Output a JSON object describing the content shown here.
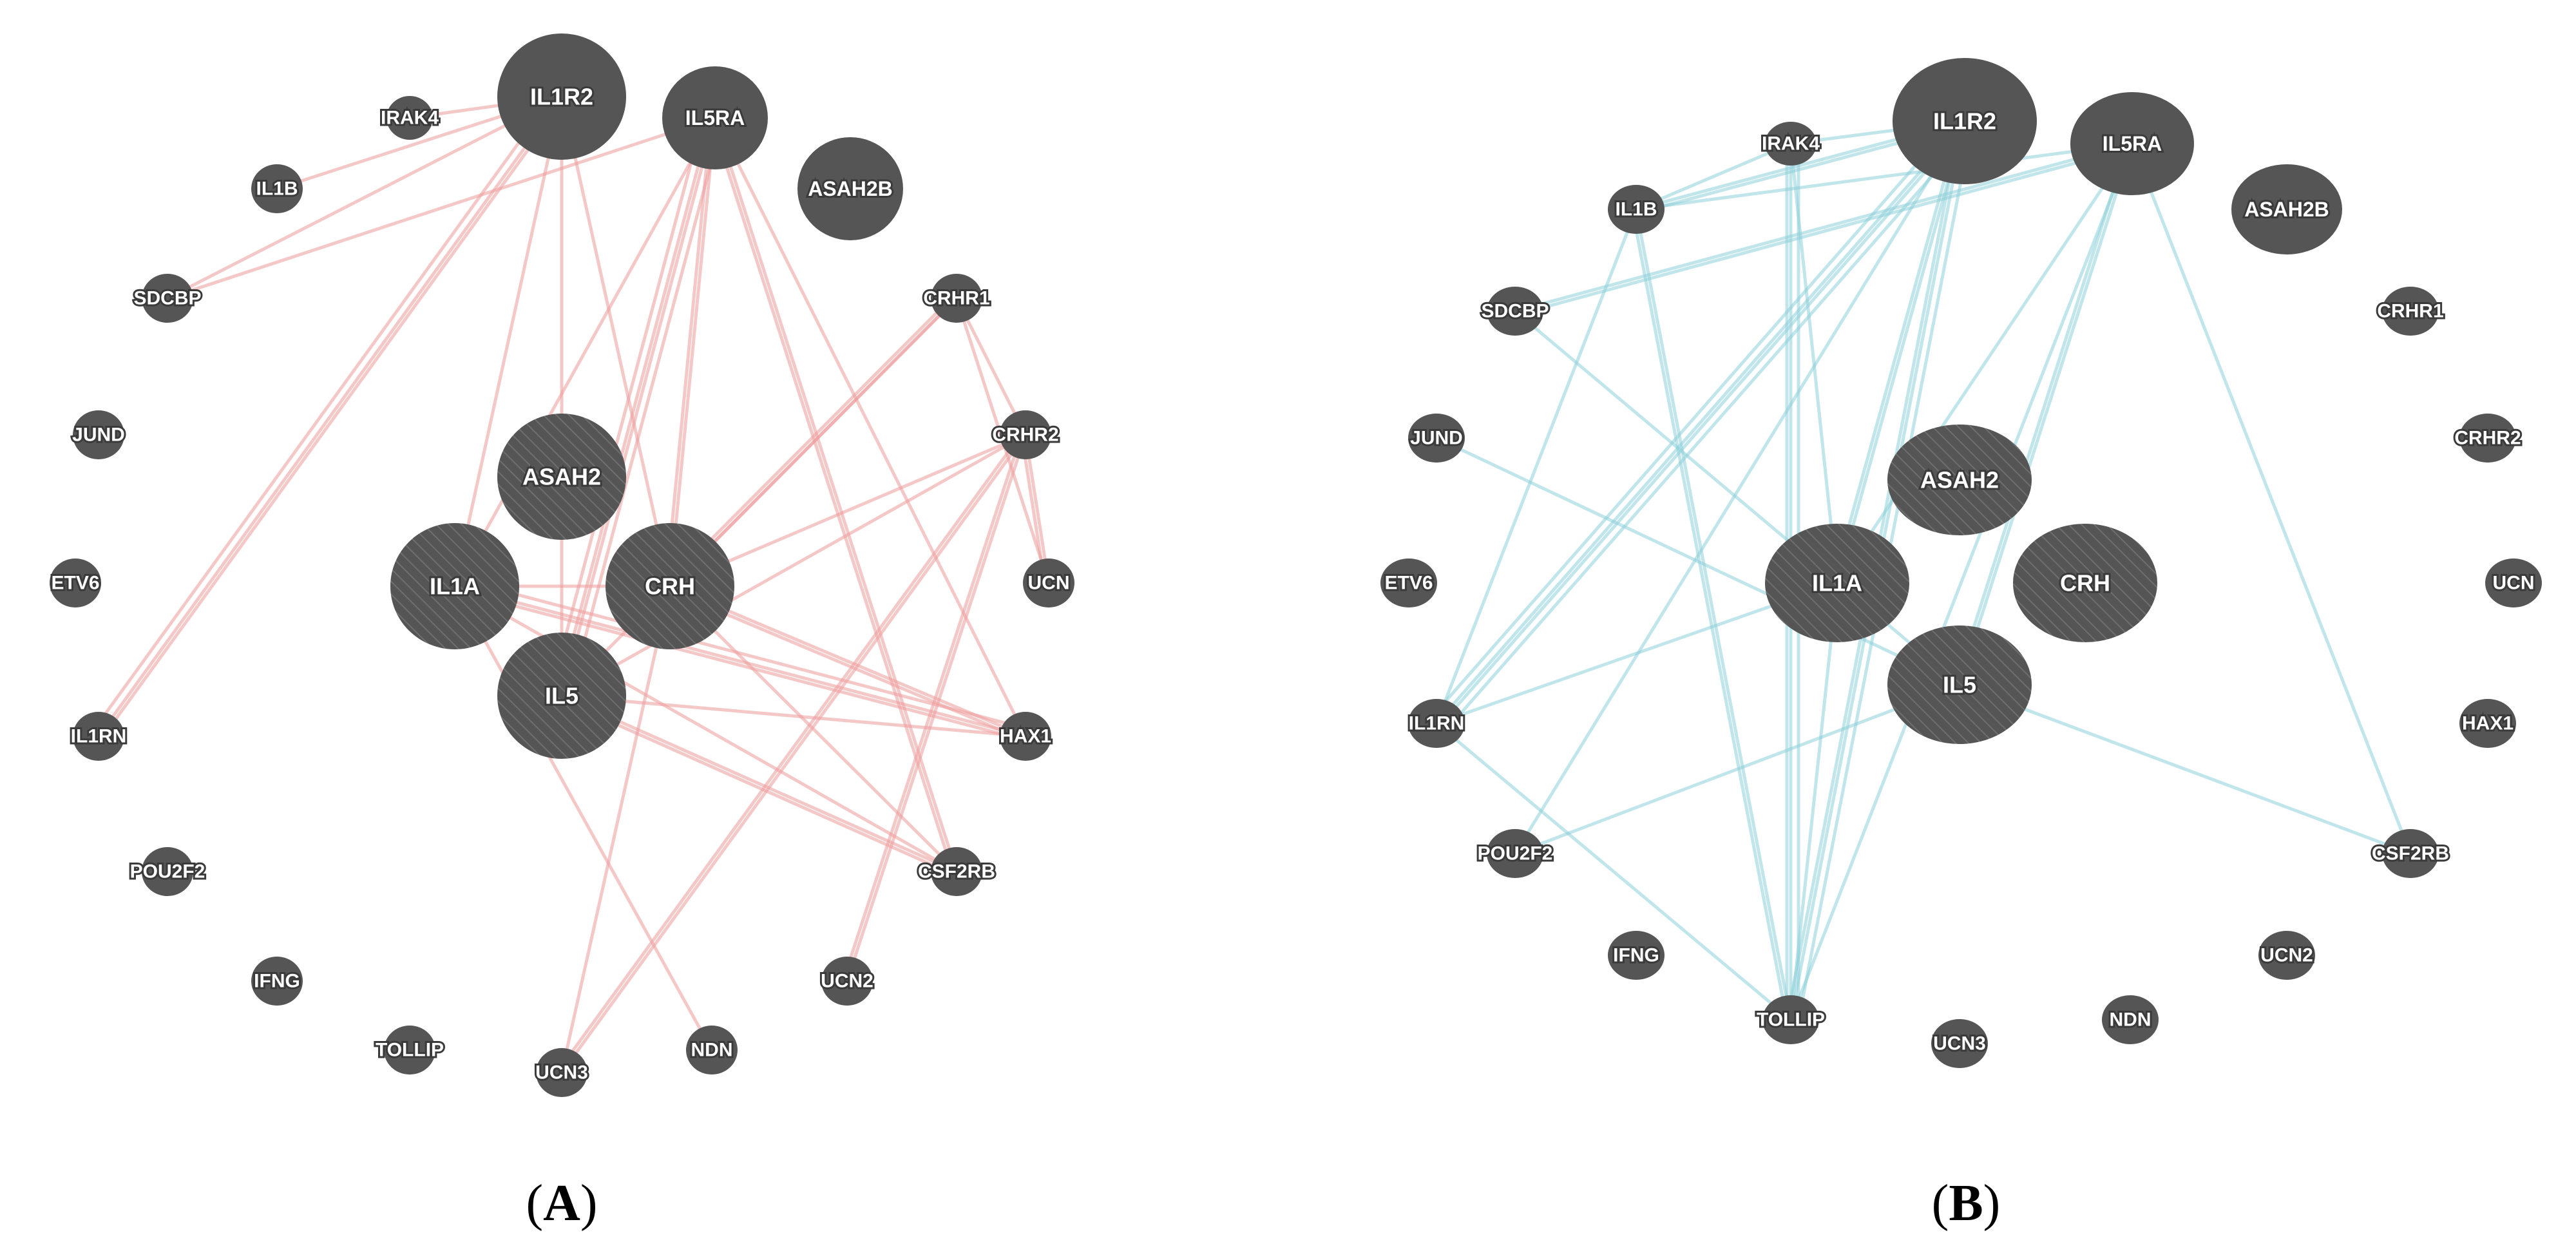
{
  "colors": {
    "node": "#555555",
    "hatch": "#6e6e6e",
    "panel_a_edges": "#ec9a9a",
    "panel_b_edges": "#8ccfd8",
    "label_fill": "#ffffff",
    "label_outline": "#3a3a3a"
  },
  "panels": [
    {
      "id": "A",
      "caption_open": "(",
      "caption_letter": "A",
      "caption_close": ")",
      "edge_color_key": "panel_a_edges",
      "nodes": [
        {
          "id": "IL1R2",
          "label": "IL1R2",
          "size": "xl",
          "query": false
        },
        {
          "id": "IL5RA",
          "label": "IL5RA",
          "size": "lg",
          "query": false
        },
        {
          "id": "ASAH2B",
          "label": "ASAH2B",
          "size": "lg",
          "query": false
        },
        {
          "id": "IRAK4",
          "label": "IRAK4",
          "size": "sm",
          "query": false
        },
        {
          "id": "IL1B",
          "label": "IL1B",
          "size": "sm",
          "query": false
        },
        {
          "id": "SDCBP",
          "label": "SDCBP",
          "size": "sm",
          "query": false
        },
        {
          "id": "JUND",
          "label": "JUND",
          "size": "sm",
          "query": false
        },
        {
          "id": "ETV6",
          "label": "ETV6",
          "size": "sm",
          "query": false
        },
        {
          "id": "IL1RN",
          "label": "IL1RN",
          "size": "sm",
          "query": false
        },
        {
          "id": "POU2F2",
          "label": "POU2F2",
          "size": "sm",
          "query": false
        },
        {
          "id": "IFNG",
          "label": "IFNG",
          "size": "sm",
          "query": false
        },
        {
          "id": "TOLLIP",
          "label": "TOLLIP",
          "size": "sm",
          "query": false
        },
        {
          "id": "UCN3",
          "label": "UCN3",
          "size": "sm",
          "query": false
        },
        {
          "id": "NDN",
          "label": "NDN",
          "size": "sm",
          "query": false
        },
        {
          "id": "UCN2",
          "label": "UCN2",
          "size": "sm",
          "query": false
        },
        {
          "id": "CSF2RB",
          "label": "CSF2RB",
          "size": "sm",
          "query": false
        },
        {
          "id": "HAX1",
          "label": "HAX1",
          "size": "sm",
          "query": false
        },
        {
          "id": "UCN",
          "label": "UCN",
          "size": "sm",
          "query": false
        },
        {
          "id": "CRHR2",
          "label": "CRHR2",
          "size": "sm",
          "query": false
        },
        {
          "id": "CRHR1",
          "label": "CRHR1",
          "size": "sm",
          "query": false
        },
        {
          "id": "ASAH2",
          "label": "ASAH2",
          "size": "xl",
          "query": true
        },
        {
          "id": "IL1A",
          "label": "IL1A",
          "size": "xl",
          "query": true
        },
        {
          "id": "CRH",
          "label": "CRH",
          "size": "xl",
          "query": true
        },
        {
          "id": "IL5",
          "label": "IL5",
          "size": "xl",
          "query": true
        }
      ],
      "edges": [
        [
          "IRAK4",
          "IL1R2"
        ],
        [
          "IL1B",
          "IL1R2"
        ],
        [
          "SDCBP",
          "IL1R2"
        ],
        [
          "SDCBP",
          "IL5RA"
        ],
        [
          "IL1RN",
          "IL1R2"
        ],
        [
          "IL1RN",
          "IL1R2"
        ],
        [
          "IL1RN",
          "IL1R2"
        ],
        [
          "IL1R2",
          "IL1A"
        ],
        [
          "IL1R2",
          "IL5"
        ],
        [
          "IL1R2",
          "CRH"
        ],
        [
          "IL5RA",
          "IL5"
        ],
        [
          "IL5RA",
          "IL5"
        ],
        [
          "IL5RA",
          "IL5"
        ],
        [
          "IL5RA",
          "IL5"
        ],
        [
          "IL5RA",
          "CRH"
        ],
        [
          "IL5RA",
          "CRH"
        ],
        [
          "IL5RA",
          "CSF2RB"
        ],
        [
          "IL5RA",
          "CSF2RB"
        ],
        [
          "IL5RA",
          "HAX1"
        ],
        [
          "IL5RA",
          "IL1A"
        ],
        [
          "CRHR1",
          "CRH"
        ],
        [
          "CRHR1",
          "CRH"
        ],
        [
          "CRHR1",
          "CRHR2"
        ],
        [
          "CRHR1",
          "UCN"
        ],
        [
          "CRHR1",
          "IL5"
        ],
        [
          "CRHR2",
          "CRH"
        ],
        [
          "CRHR2",
          "UCN"
        ],
        [
          "CRHR2",
          "UCN"
        ],
        [
          "CRHR2",
          "UCN2"
        ],
        [
          "CRHR2",
          "UCN2"
        ],
        [
          "CRHR2",
          "UCN3"
        ],
        [
          "CRHR2",
          "UCN3"
        ],
        [
          "CRHR2",
          "IL5"
        ],
        [
          "CRH",
          "HAX1"
        ],
        [
          "CRH",
          "HAX1"
        ],
        [
          "CRH",
          "CSF2RB"
        ],
        [
          "CRH",
          "UCN3"
        ],
        [
          "IL1A",
          "HAX1"
        ],
        [
          "IL1A",
          "HAX1"
        ],
        [
          "IL1A",
          "HAX1"
        ],
        [
          "IL1A",
          "CSF2RB"
        ],
        [
          "IL1A",
          "NDN"
        ],
        [
          "IL1A",
          "CRH"
        ],
        [
          "IL5",
          "CSF2RB"
        ],
        [
          "IL5",
          "CSF2RB"
        ],
        [
          "IL5",
          "HAX1"
        ]
      ]
    },
    {
      "id": "B",
      "caption_open": "(",
      "caption_letter": "B",
      "caption_close": ")",
      "edge_color_key": "panel_b_edges",
      "nodes": [
        {
          "id": "IL1R2",
          "label": "IL1R2",
          "size": "xl",
          "query": false
        },
        {
          "id": "IL5RA",
          "label": "IL5RA",
          "size": "lg",
          "query": false
        },
        {
          "id": "ASAH2B",
          "label": "ASAH2B",
          "size": "lg",
          "query": false
        },
        {
          "id": "IRAK4",
          "label": "IRAK4",
          "size": "sm",
          "query": false
        },
        {
          "id": "IL1B",
          "label": "IL1B",
          "size": "sm",
          "query": false
        },
        {
          "id": "SDCBP",
          "label": "SDCBP",
          "size": "sm",
          "query": false
        },
        {
          "id": "JUND",
          "label": "JUND",
          "size": "sm",
          "query": false
        },
        {
          "id": "ETV6",
          "label": "ETV6",
          "size": "sm",
          "query": false
        },
        {
          "id": "IL1RN",
          "label": "IL1RN",
          "size": "sm",
          "query": false
        },
        {
          "id": "POU2F2",
          "label": "POU2F2",
          "size": "sm",
          "query": false
        },
        {
          "id": "IFNG",
          "label": "IFNG",
          "size": "sm",
          "query": false
        },
        {
          "id": "TOLLIP",
          "label": "TOLLIP",
          "size": "sm",
          "query": false
        },
        {
          "id": "UCN3",
          "label": "UCN3",
          "size": "sm",
          "query": false
        },
        {
          "id": "NDN",
          "label": "NDN",
          "size": "sm",
          "query": false
        },
        {
          "id": "UCN2",
          "label": "UCN2",
          "size": "sm",
          "query": false
        },
        {
          "id": "CSF2RB",
          "label": "CSF2RB",
          "size": "sm",
          "query": false
        },
        {
          "id": "HAX1",
          "label": "HAX1",
          "size": "sm",
          "query": false
        },
        {
          "id": "UCN",
          "label": "UCN",
          "size": "sm",
          "query": false
        },
        {
          "id": "CRHR2",
          "label": "CRHR2",
          "size": "sm",
          "query": false
        },
        {
          "id": "CRHR1",
          "label": "CRHR1",
          "size": "sm",
          "query": false
        },
        {
          "id": "ASAH2",
          "label": "ASAH2",
          "size": "xl",
          "query": true
        },
        {
          "id": "IL1A",
          "label": "IL1A",
          "size": "xl",
          "query": true
        },
        {
          "id": "CRH",
          "label": "CRH",
          "size": "xl",
          "query": true
        },
        {
          "id": "IL5",
          "label": "IL5",
          "size": "xl",
          "query": true
        }
      ],
      "edges": [
        [
          "IRAK4",
          "IL1B"
        ],
        [
          "IRAK4",
          "IL1R2"
        ],
        [
          "IRAK4",
          "IL1A"
        ],
        [
          "IRAK4",
          "TOLLIP"
        ],
        [
          "IRAK4",
          "TOLLIP"
        ],
        [
          "IRAK4",
          "TOLLIP"
        ],
        [
          "IL1B",
          "IL1R2"
        ],
        [
          "IL1B",
          "IL1R2"
        ],
        [
          "IL1B",
          "TOLLIP"
        ],
        [
          "IL1B",
          "TOLLIP"
        ],
        [
          "IL1B",
          "IL1RN"
        ],
        [
          "IL1B",
          "IL5RA"
        ],
        [
          "SDCBP",
          "IL5RA"
        ],
        [
          "SDCBP",
          "IL5RA"
        ],
        [
          "SDCBP",
          "IL5"
        ],
        [
          "JUND",
          "IL5"
        ],
        [
          "IL1RN",
          "IL1R2"
        ],
        [
          "IL1RN",
          "IL1R2"
        ],
        [
          "IL1RN",
          "IL1R2"
        ],
        [
          "IL1RN",
          "IL1R2"
        ],
        [
          "IL1RN",
          "IL1A"
        ],
        [
          "IL1RN",
          "TOLLIP"
        ],
        [
          "IL1R2",
          "TOLLIP"
        ],
        [
          "IL1R2",
          "TOLLIP"
        ],
        [
          "IL1R2",
          "TOLLIP"
        ],
        [
          "IL1R2",
          "IL1A"
        ],
        [
          "IL1R2",
          "IL1A"
        ],
        [
          "IL1R2",
          "POU2F2"
        ],
        [
          "IL5RA",
          "IL5"
        ],
        [
          "IL5RA",
          "IL5"
        ],
        [
          "IL5RA",
          "IL1A"
        ],
        [
          "IL5RA",
          "CSF2RB"
        ],
        [
          "IL5RA",
          "TOLLIP"
        ],
        [
          "IL5",
          "POU2F2"
        ],
        [
          "IL5",
          "CSF2RB"
        ],
        [
          "IL1A",
          "TOLLIP"
        ]
      ]
    }
  ]
}
